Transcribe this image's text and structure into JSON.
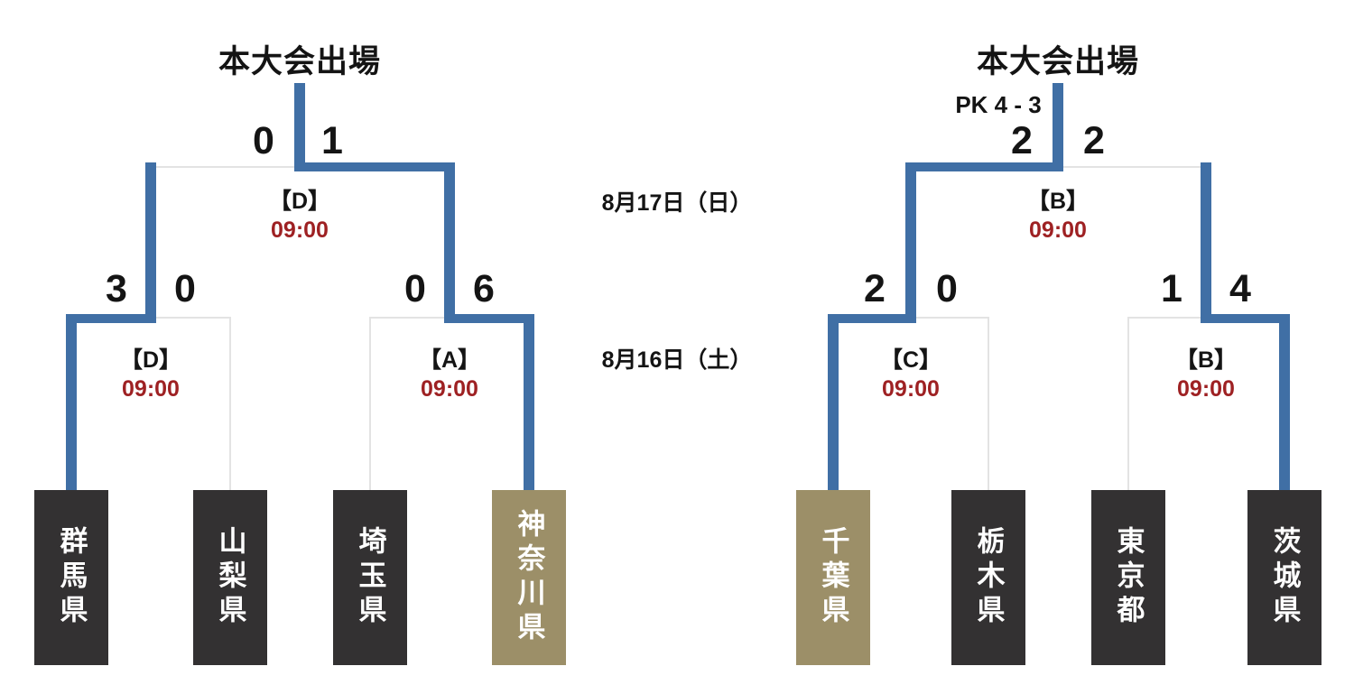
{
  "colors": {
    "background": "#ffffff",
    "winner_path": "#406fa5",
    "loser_path": "#e3e3e3",
    "team_box": "#333132",
    "winner_box": "#9c8f68",
    "time_text": "#9e2123",
    "team_text": "#ffffff"
  },
  "dates": {
    "semifinal": "8月17日（日）",
    "quarterfinal": "8月16日（土）"
  },
  "brackets": [
    {
      "side": "left",
      "champion_label": "本大会出場",
      "final": {
        "venue": "【D】",
        "time": "09:00",
        "score_left": "0",
        "score_right": "1"
      },
      "matches": [
        {
          "venue": "【D】",
          "time": "09:00",
          "score_left": "3",
          "score_right": "0"
        },
        {
          "venue": "【A】",
          "time": "09:00",
          "score_left": "0",
          "score_right": "6"
        }
      ],
      "teams": [
        {
          "name": "群馬県",
          "advanced": false
        },
        {
          "name": "山梨県",
          "advanced": false
        },
        {
          "name": "埼玉県",
          "advanced": false
        },
        {
          "name": "神奈川県",
          "advanced": true
        }
      ]
    },
    {
      "side": "right",
      "champion_label": "本大会出場",
      "final": {
        "pk_note": "PK 4 - 3",
        "venue": "【B】",
        "time": "09:00",
        "score_left": "2",
        "score_right": "2"
      },
      "matches": [
        {
          "venue": "【C】",
          "time": "09:00",
          "score_left": "2",
          "score_right": "0"
        },
        {
          "venue": "【B】",
          "time": "09:00",
          "score_left": "1",
          "score_right": "4"
        }
      ],
      "teams": [
        {
          "name": "千葉県",
          "advanced": true
        },
        {
          "name": "栃木県",
          "advanced": false
        },
        {
          "name": "東京都",
          "advanced": false
        },
        {
          "name": "茨城県",
          "advanced": false
        }
      ]
    }
  ]
}
